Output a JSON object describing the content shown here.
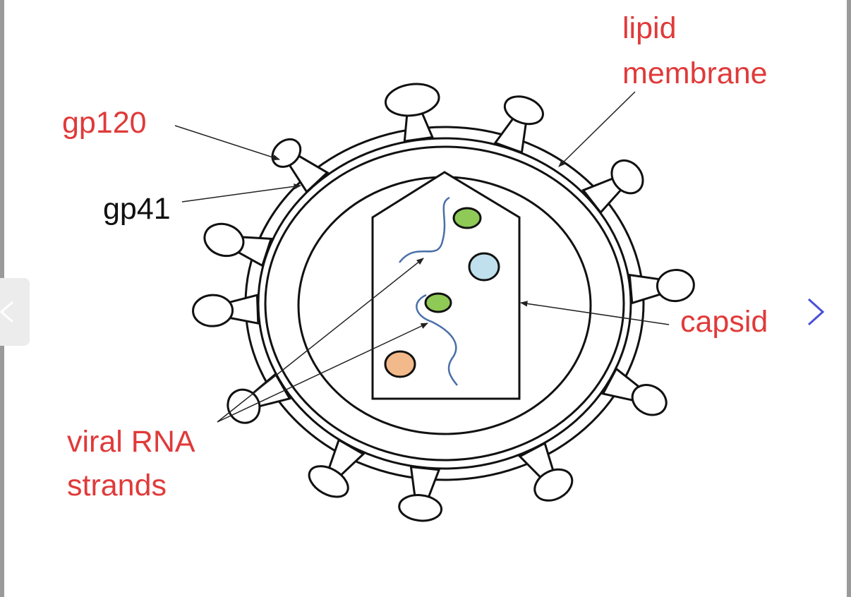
{
  "labels": {
    "gp120": "gp120",
    "gp41": "gp41",
    "lipid_membrane_line1": "lipid",
    "lipid_membrane_line2": "membrane",
    "capsid": "capsid",
    "viral_rna_line1": "viral RNA",
    "viral_rna_line2": "strands"
  },
  "colors": {
    "label_red": "#e03a3a",
    "label_black": "#111111",
    "rna_strand": "#4a6fa8",
    "particle_green": "#8fca57",
    "particle_blue": "#bfe0ec",
    "particle_orange": "#f2b98a",
    "nav_arrow": "#4b50d6"
  },
  "icons": {
    "previous": "chevron-left-icon",
    "next": "chevron-right-icon"
  }
}
